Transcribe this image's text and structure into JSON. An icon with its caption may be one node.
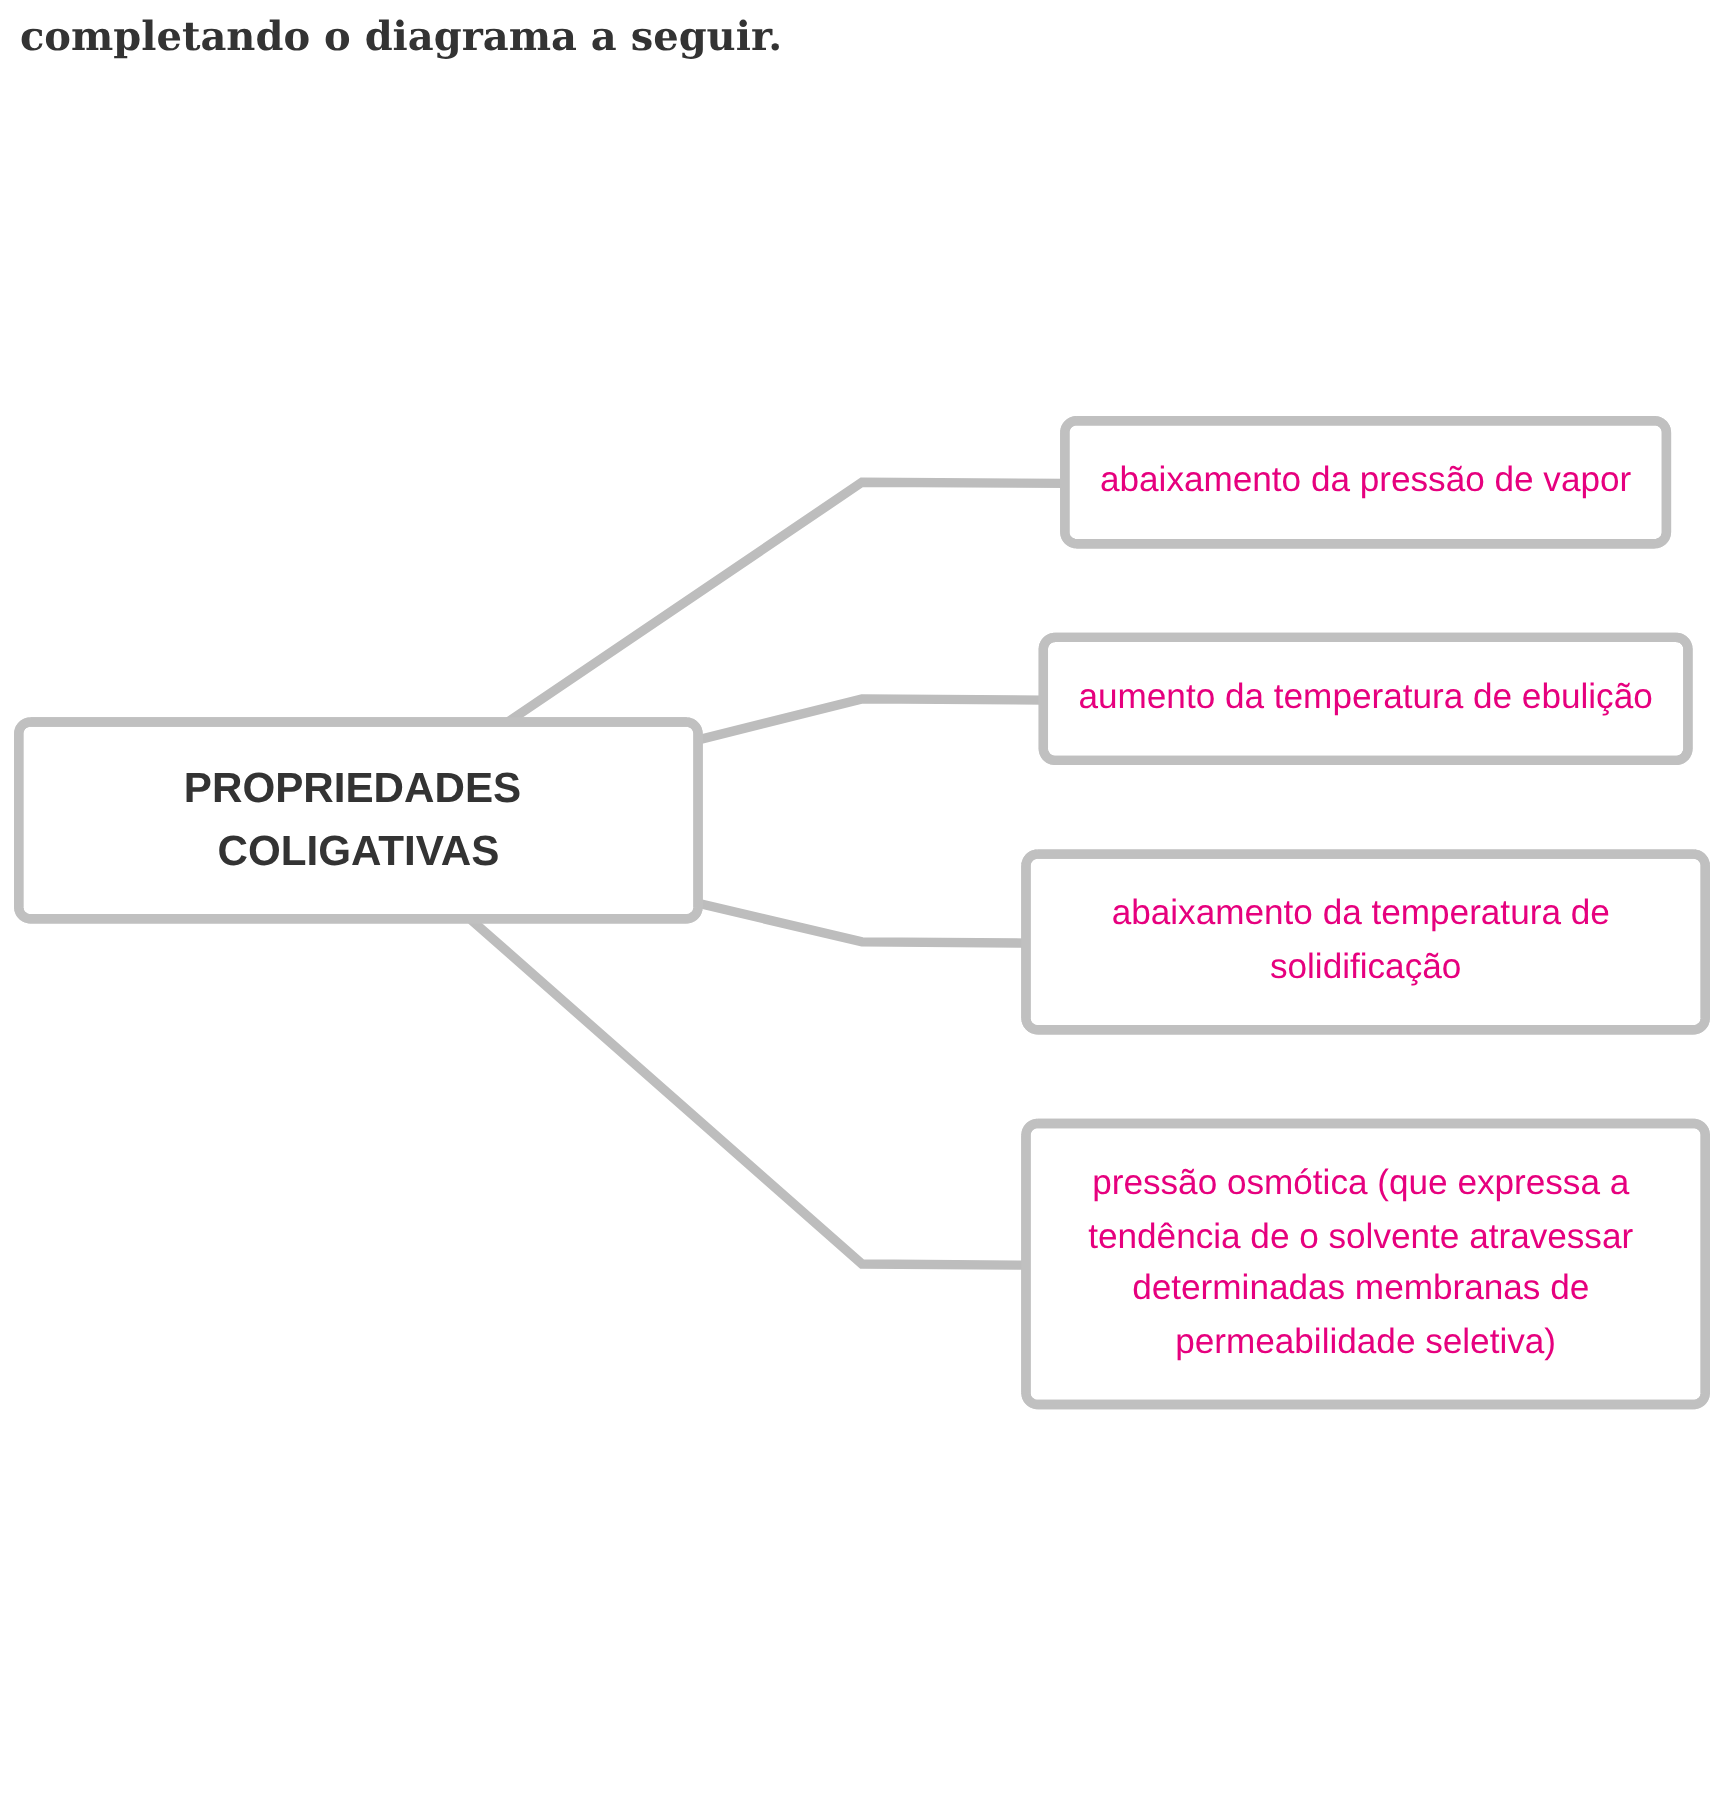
{
  "diagram": {
    "nodes": [
      {
        "text": [
          "PROPRIEDADES COLIGATIVAS"
        ]
      },
      {
        "text": [
          "abaixamento da pressão de vapor"
        ]
      },
      {
        "text": [
          "aumento da temperatura de ebulição"
        ]
      },
      {
        "text": [
          "abaixamento da temperatura de solidificação"
        ]
      },
      {
        "text": [
          "pressão osmótica (que expressa a tendência de o solvente atravessar determinadas membranas de permeabilidade seletiva)"
        ]
      }
    ],
    "edges": [
      {
        "from": 0,
        "to": 1,
        "arrow": "none"
      },
      {
        "from": 0,
        "to": 2,
        "arrow": "none"
      },
      {
        "from": 0,
        "to": 3,
        "arrow": "none"
      },
      {
        "from": 0,
        "to": 4,
        "arrow": "none"
      }
    ],
    "labels": [
      "completando o diagrama a seguir."
    ]
  }
}
